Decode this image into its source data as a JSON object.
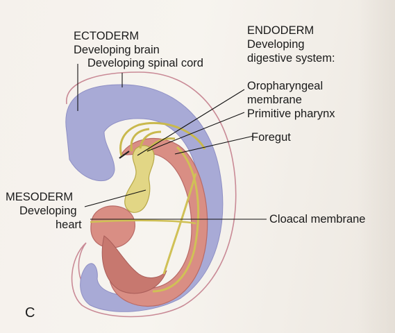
{
  "ectoderm": {
    "title": "ECTODERM",
    "items": [
      "Developing brain",
      "Developing spinal cord"
    ]
  },
  "endoderm": {
    "title": "ENDODERM",
    "subtitle_line1": "Developing",
    "subtitle_line2": "digestive system:",
    "items": [
      "Oropharyngeal",
      "membrane",
      "Primitive pharynx",
      "Foregut"
    ]
  },
  "mesoderm": {
    "title": "MESODERM",
    "line1": "Developing",
    "line2": "heart"
  },
  "cloacal": "Cloacal membrane",
  "panel_letter": "C",
  "colors": {
    "ectoderm": "#a8aad6",
    "mesoderm": "#d98e84",
    "endoderm": "#ddd07e",
    "outline": "#c77f8a"
  }
}
